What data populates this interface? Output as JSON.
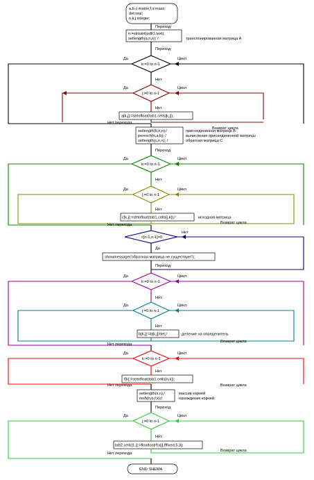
{
  "decl": {
    "line1": "a,b,c:matrix;f,x:mass;",
    "line2": "det:real;",
    "line3": "n,k,j:integer;"
  },
  "labels": {
    "perekhod": "Переход",
    "da": "Да",
    "net": "Нет",
    "tsikl": "Цикл",
    "net_perekhoda": "Нет перехода",
    "vozvrat": "Возврат цикла"
  },
  "blocks": {
    "init1": "n:=strtoint(edit1.text);",
    "init2": "setlength(a,n,n); /",
    "init_note": "транспонированная матрица А",
    "loop_k1": "k:=0 to n-1",
    "loop_j1": "j:=0 to n-1",
    "read_a": "a[k,j]:=strtofloat(tab1.cells[k,j]);",
    "proc1": "setlength(b,n,n);/",
    "proc2": "peresch(n,a,b); /",
    "proc3": "setlength(c,n,n); /",
    "note1": "присоединенная матрица В",
    "note2": "вычисление присоединенной матрицы",
    "note3": "обратная матрица С",
    "loop_k2": "k:=0 to n-1",
    "loop_j2": "j:=0 to n-1",
    "read_c": "c[k,j]:=strtofloat(tab1.cells[j,k]);/",
    "read_c_note": "исходная матрица",
    "cond": "c[n-1,n-1]=0",
    "msg": "showmessage('обратная матрица не существует');",
    "loop_k3": "k:=0 to n-1",
    "loop_j3": "j:=0 to n-1",
    "div": "b[k,j]:=b[k,j]/det;/",
    "div_note": "деление на определитель",
    "loop_k4": "k:=0 to n-1",
    "read_f": "f[k]:=strtofloat(tab1.cells[n,k]);",
    "resh1": "setlength(x,n);/",
    "resh2": "resh(n,b,f,x);/",
    "resh_note1": "массив корней",
    "resh_note2": "нахождение корней",
    "loop_j4": "j:=0 to n-1",
    "out": "tab2.cells[1,j]:=floattostrf(x[j],fffixed,5,3);",
    "end": "END SHEMA"
  },
  "colors": {
    "loop_outer_1": "#000000",
    "loop_inner_1": "#8b0000",
    "loop_outer_2": "#008800",
    "loop_inner_2": "#888800",
    "condition": "#000080",
    "loop_outer_3": "#990099",
    "loop_inner_3": "#008080",
    "loop_4": "#ff0000",
    "loop_5": "#33cc33",
    "box_stroke": "#000000"
  }
}
